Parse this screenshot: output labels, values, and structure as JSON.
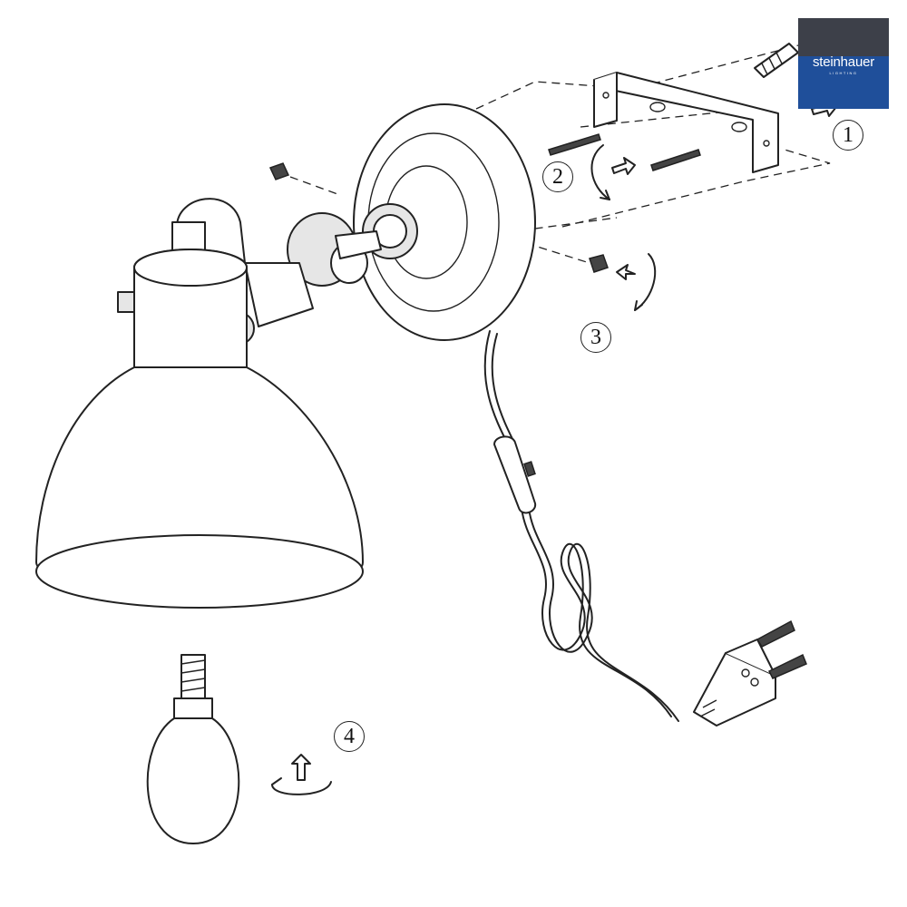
{
  "brand": {
    "name": "steinhauer",
    "tagline": "LIGHTING",
    "colors": {
      "top": "#3d4049",
      "bottom": "#1f4f9a",
      "text": "#ffffff"
    }
  },
  "steps": [
    {
      "label": "1"
    },
    {
      "label": "2"
    },
    {
      "label": "3"
    },
    {
      "label": "4"
    }
  ],
  "icons": [
    "wall-plug-icon",
    "mounting-bracket-icon",
    "screw-icon",
    "rotate-arrow-icon",
    "push-arrow-icon",
    "wall-lamp-icon",
    "light-bulb-icon",
    "power-plug-icon",
    "inline-switch-icon"
  ]
}
